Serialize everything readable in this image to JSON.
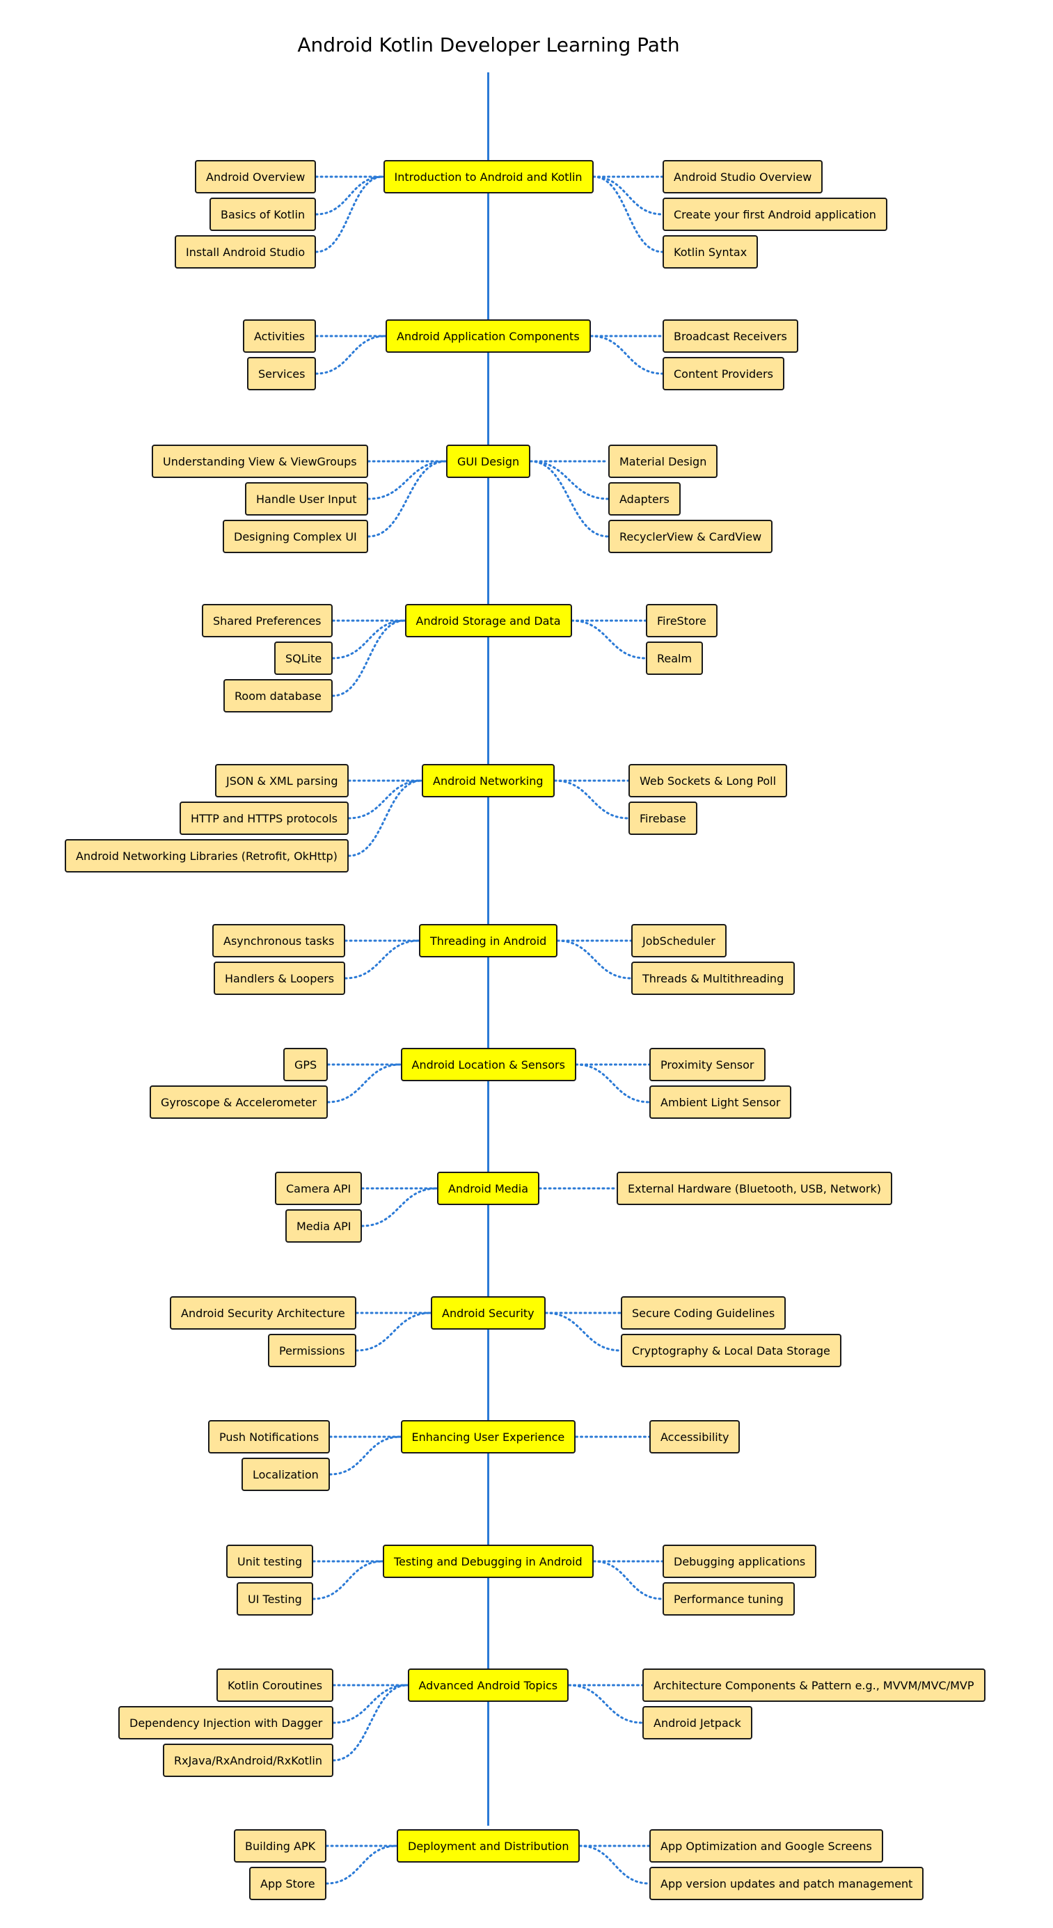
{
  "title": "Android Kotlin Developer Learning Path",
  "colors": {
    "main_fill": "#ffff00",
    "sub_fill": "#ffe59a",
    "border": "#1a1a1a",
    "spine": "#2b7ad6",
    "link": "#2b7ad6"
  },
  "sections": [
    {
      "topic": "Introduction to Android and Kotlin",
      "left": [
        "Android Overview",
        "Basics of Kotlin",
        "Install Android Studio"
      ],
      "right": [
        "Android Studio Overview",
        "Create your first Android application",
        "Kotlin Syntax"
      ]
    },
    {
      "topic": "Android Application Components",
      "left": [
        "Activities",
        "Services"
      ],
      "right": [
        "Broadcast Receivers",
        "Content Providers"
      ]
    },
    {
      "topic": "GUI Design",
      "left": [
        "Understanding View & ViewGroups",
        "Handle User Input",
        "Designing Complex UI"
      ],
      "right": [
        "Material Design",
        "Adapters",
        "RecyclerView & CardView"
      ]
    },
    {
      "topic": "Android Storage and Data",
      "left": [
        "Shared Preferences",
        "SQLite",
        "Room database"
      ],
      "right": [
        "FireStore",
        "Realm"
      ]
    },
    {
      "topic": "Android Networking",
      "left": [
        "JSON & XML parsing",
        "HTTP and HTTPS protocols",
        "Android Networking Libraries (Retrofit, OkHttp)"
      ],
      "right": [
        "Web Sockets & Long Poll",
        "Firebase"
      ]
    },
    {
      "topic": "Threading in Android",
      "left": [
        "Asynchronous tasks",
        "Handlers & Loopers"
      ],
      "right": [
        "JobScheduler",
        "Threads & Multithreading"
      ]
    },
    {
      "topic": "Android Location & Sensors",
      "left": [
        "GPS",
        "Gyroscope & Accelerometer"
      ],
      "right": [
        "Proximity Sensor",
        "Ambient Light Sensor"
      ]
    },
    {
      "topic": "Android Media",
      "left": [
        "Camera API",
        "Media API"
      ],
      "right": [
        "External Hardware (Bluetooth, USB, Network)"
      ]
    },
    {
      "topic": "Android Security",
      "left": [
        "Android Security Architecture",
        "Permissions"
      ],
      "right": [
        "Secure Coding Guidelines",
        "Cryptography & Local Data Storage"
      ]
    },
    {
      "topic": "Enhancing User Experience",
      "left": [
        "Push Notifications",
        "Localization"
      ],
      "right": [
        "Accessibility"
      ]
    },
    {
      "topic": "Testing and Debugging in Android",
      "left": [
        "Unit testing",
        "UI Testing"
      ],
      "right": [
        "Debugging applications",
        "Performance tuning"
      ]
    },
    {
      "topic": "Advanced Android Topics",
      "left": [
        "Kotlin Coroutines",
        "Dependency Injection with Dagger",
        "RxJava/RxAndroid/RxKotlin"
      ],
      "right": [
        "Architecture Components & Pattern e.g., MVVM/MVC/MVP",
        "Android Jetpack"
      ]
    },
    {
      "topic": "Deployment and Distribution",
      "left": [
        "Building APK",
        "App Store"
      ],
      "right": [
        "App Optimization and Google Screens",
        "App version updates and patch management"
      ]
    }
  ]
}
